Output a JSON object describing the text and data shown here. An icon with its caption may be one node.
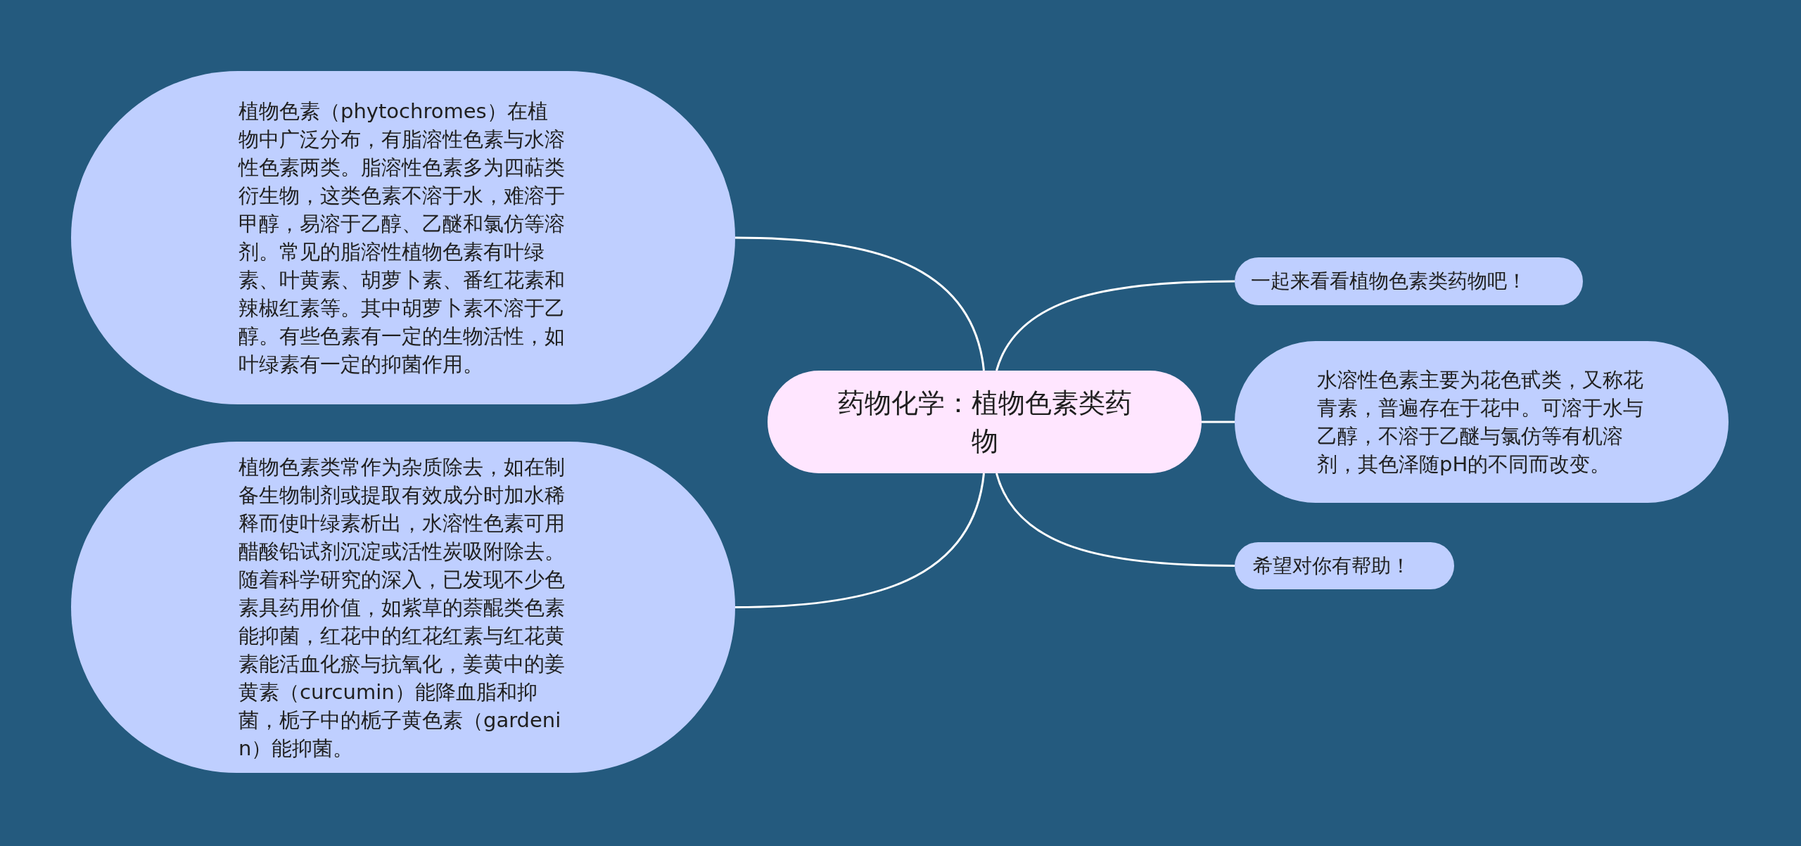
{
  "diagram": {
    "nodes": [
      {
        "text": [
          "药物化学：植物色素类药物"
        ]
      },
      {
        "text": [
          "植物色素（phytochromes）在植物中广泛分布，有脂溶性色素与水溶性色素两类。脂溶性色素多为四萜类衍生物，这类色素不溶于水，难溶于甲醇，易溶于乙醇、乙醚和氯仿等溶剂。常见的脂溶性植物色素有叶绿素、叶黄素、胡萝卜素、番红花素和辣椒红素等。其中胡萝卜素不溶于乙醇。有些色素有一定的生物活性，如叶绿素有一定的抑菌作用。"
        ]
      },
      {
        "text": [
          "植物色素类常作为杂质除去，如在制备生物制剂或提取有效成分时加水稀释而使叶绿素析出，水溶性色素可用醋酸铅试剂沉淀或活性炭吸附除去。随着科学研究的深入，已发现不少色素具药用价值，如紫草的萘醌类色素能抑菌，红花中的红花红素与红花黄素能活血化瘀与抗氧化，姜黄中的姜黄素（curcumin）能降血脂和抑菌，栀子中的栀子黄色素（gardenin）能抑菌。"
        ]
      },
      {
        "text": [
          "一起来看看植物色素类药物吧！"
        ]
      },
      {
        "text": [
          "水溶性色素主要为花色甙类，又称花青素，普遍存在于花中。可溶于水与乙醇，不溶于乙醚与氯仿等有机溶剂，其色泽随pH的不同而改变。"
        ]
      },
      {
        "text": [
          "希望对你有帮助！"
        ]
      }
    ],
    "edges": [
      {
        "from": 0,
        "to": 1,
        "arrow": "none"
      },
      {
        "from": 0,
        "to": 2,
        "arrow": "none"
      },
      {
        "from": 0,
        "to": 3,
        "arrow": "none"
      },
      {
        "from": 0,
        "to": 4,
        "arrow": "none"
      },
      {
        "from": 0,
        "to": 5,
        "arrow": "none"
      }
    ]
  }
}
